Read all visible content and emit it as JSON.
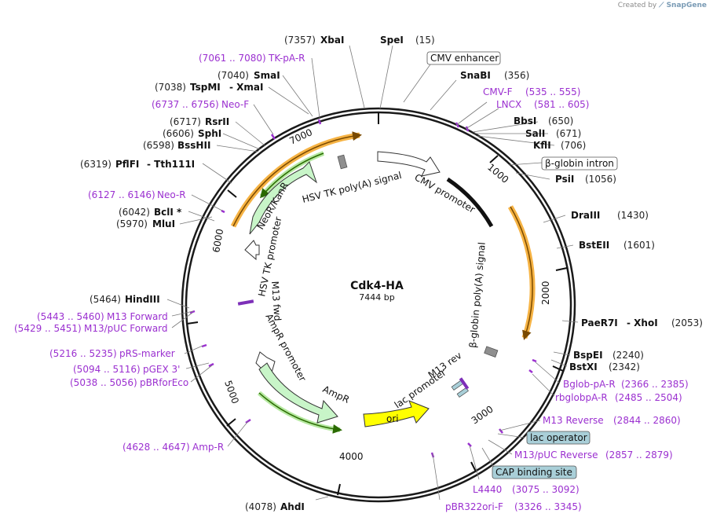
{
  "credit": {
    "prefix": "Created by",
    "brand": "SnapGene"
  },
  "plasmid": {
    "name": "Cdk4-HA",
    "length": "7444 bp"
  },
  "tick_labels": [
    "1000",
    "2000",
    "3000",
    "4000",
    "5000",
    "6000",
    "7000"
  ],
  "sites": [
    {
      "pos": "(7357)",
      "name": "XbaI"
    },
    {
      "pos": "(15)",
      "name": "SpeI"
    },
    {
      "pos": "(356)",
      "name": "SnaBI"
    },
    {
      "pos": "(650)",
      "name": "BbsI"
    },
    {
      "pos": "(671)",
      "name": "SalI"
    },
    {
      "pos": "(706)",
      "name": "KflI"
    },
    {
      "pos": "(1056)",
      "name": "PsiI"
    },
    {
      "pos": "(1430)",
      "name": "DraIII"
    },
    {
      "pos": "(1601)",
      "name": "BstEII"
    },
    {
      "pos": "(2053)",
      "name": "PaeR7I",
      "name2": "- XhoI"
    },
    {
      "pos": "(2240)",
      "name": "BspEI"
    },
    {
      "pos": "(2342)",
      "name": "BstXI"
    },
    {
      "pos": "(4078)",
      "name": "AhdI"
    },
    {
      "pos": "(5464)",
      "name": "HindIII"
    },
    {
      "pos": "(5970)",
      "name": "MluI"
    },
    {
      "pos": "(6042)",
      "name": "BclI *"
    },
    {
      "pos": "(6319)",
      "name": "PflFI",
      "name2": "- Tth111I"
    },
    {
      "pos": "(6598)",
      "name": "BssHII"
    },
    {
      "pos": "(6606)",
      "name": "SphI"
    },
    {
      "pos": "(6717)",
      "name": "RsrII"
    },
    {
      "pos": "(7038)",
      "name": "TspMI",
      "name2": "- XmaI"
    },
    {
      "pos": "(7040)",
      "name": "SmaI"
    }
  ],
  "primers": [
    {
      "name": "CMV-F",
      "range": "(535 .. 555)"
    },
    {
      "name": "LNCX",
      "range": "(581 .. 605)"
    },
    {
      "name": "Bglob-pA-R",
      "range": "(2366 .. 2385)"
    },
    {
      "name": "rbglobpA-R",
      "range": "(2485 .. 2504)"
    },
    {
      "name": "M13 Reverse",
      "range": "(2844 .. 2860)"
    },
    {
      "name": "M13/pUC Reverse",
      "range": "(2857 .. 2879)"
    },
    {
      "name": "L4440",
      "range": "(3075 .. 3092)"
    },
    {
      "name": "pBR322ori-F",
      "range": "(3326 .. 3345)"
    },
    {
      "name": "Amp-R",
      "range": "(4628 .. 4647)"
    },
    {
      "name": "pBRforEco",
      "range": "(5038 .. 5056)"
    },
    {
      "name": "pGEX 3'",
      "range": "(5094 .. 5116)"
    },
    {
      "name": "pRS-marker",
      "range": "(5216 .. 5235)"
    },
    {
      "name": "M13/pUC Forward",
      "range": "(5429 .. 5451)"
    },
    {
      "name": "M13 Forward",
      "range": "(5443 .. 5460)"
    },
    {
      "name": "Neo-R",
      "range": "(6127 .. 6146)"
    },
    {
      "name": "Neo-F",
      "range": "(6737 .. 6756)"
    },
    {
      "name": "TK-pA-R",
      "range": "(7061 .. 7080)"
    }
  ],
  "boxed_labels": [
    {
      "text": "CMV enhancer",
      "fill": "#ffffff"
    },
    {
      "text": "β-globin intron",
      "fill": "#ffffff"
    },
    {
      "text": "lac operator",
      "fill": "#a9cfd8"
    },
    {
      "text": "CAP binding site",
      "fill": "#a9cfd8"
    }
  ],
  "features": {
    "hsv_tk_polya": "HSV TK poly(A) signal",
    "cmv_promoter": "CMV promoter",
    "bglobin_polya": "β-globin poly(A) signal",
    "neokan": "NeoR/KanR",
    "hsv_tk_promoter": "HSV TK promoter",
    "m13_fwd": "M13 fwd",
    "ampr_promoter": "AmpR promoter",
    "ampr": "AmpR",
    "ori": "ori",
    "lac_promoter": "lac promoter",
    "m13_rev": "M13 rev"
  },
  "colors": {
    "primer": "#9b30d0",
    "orf_orange": "#f5a623",
    "marker_green": "#c8f5c8",
    "ori_yellow": "#ffff00",
    "backbone": "#1a1a1a",
    "site_box": "#a9cfd8"
  }
}
